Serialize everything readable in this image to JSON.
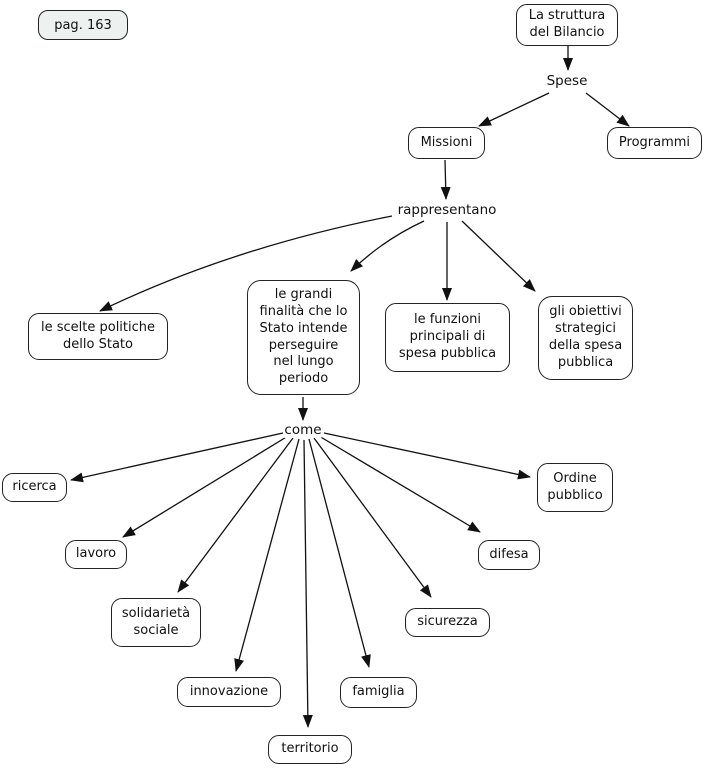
{
  "page_tag": {
    "label": "pag. 163"
  },
  "edge_labels": {
    "spese": "Spese",
    "rappresentano": "rappresentano",
    "come": "come"
  },
  "nodes": {
    "root": {
      "label": [
        "La struttura",
        "del Bilancio"
      ]
    },
    "missioni": {
      "label": "Missioni"
    },
    "programmi": {
      "label": "Programmi"
    },
    "scelte": {
      "label": [
        "le scelte politiche",
        "dello Stato"
      ]
    },
    "finalita": {
      "label": [
        "le grandi",
        "finalità che lo",
        "Stato intende",
        "perseguire",
        "nel lungo",
        "periodo"
      ]
    },
    "funzioni": {
      "label": [
        "le funzioni",
        "principali di",
        "spesa pubblica"
      ]
    },
    "obiettivi": {
      "label": [
        "gli obiettivi",
        "strategici",
        "della spesa",
        "pubblica"
      ]
    },
    "ricerca": {
      "label": "ricerca"
    },
    "lavoro": {
      "label": "lavoro"
    },
    "solidarieta": {
      "label": [
        "solidarietà",
        "sociale"
      ]
    },
    "innovazione": {
      "label": "innovazione"
    },
    "territorio": {
      "label": "territorio"
    },
    "famiglia": {
      "label": "famiglia"
    },
    "sicurezza": {
      "label": "sicurezza"
    },
    "difesa": {
      "label": "difesa"
    },
    "ordine": {
      "label": [
        "Ordine",
        "pubblico"
      ]
    }
  },
  "colors": {
    "line": "#111111",
    "box_border": "#222222",
    "box_bg": "#ffffff",
    "page_tag_bg": "#edf2f1",
    "text": "#111111"
  }
}
